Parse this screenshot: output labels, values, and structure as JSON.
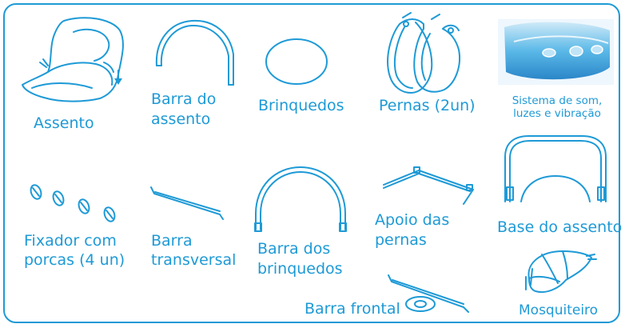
{
  "items": {
    "assento": "Assento",
    "barra_assento_1": "Barra do",
    "barra_assento_2": "assento",
    "brinquedos": "Brinquedos",
    "pernas": "Pernas (2un)",
    "sistema_1": "Sistema de som,",
    "sistema_2": "luzes e vibração",
    "fixador_1": "Fixador com",
    "fixador_2": "porcas (4 un)",
    "barra_transversal_1": "Barra",
    "barra_transversal_2": "transversal",
    "barra_brinquedos_1": "Barra dos",
    "barra_brinquedos_2": "brinquedos",
    "apoio_pernas_1": "Apoio das",
    "apoio_pernas_2": "pernas",
    "base_assento": "Base do assento",
    "barra_frontal": "Barra frontal",
    "mosquiteiro": "Mosquiteiro"
  },
  "colors": {
    "accent": "#1e9ad6",
    "background": "#ffffff"
  }
}
